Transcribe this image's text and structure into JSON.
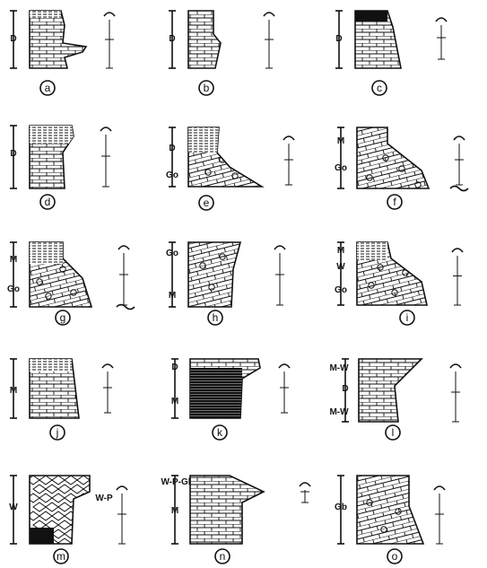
{
  "figure": {
    "panels": [
      {
        "id": "a",
        "label": "a",
        "scale_labels": [
          "D"
        ]
      },
      {
        "id": "b",
        "label": "b",
        "scale_labels": [
          "D"
        ]
      },
      {
        "id": "c",
        "label": "c",
        "scale_labels": [
          "D"
        ]
      },
      {
        "id": "d",
        "label": "d",
        "scale_labels": [
          "D"
        ]
      },
      {
        "id": "e",
        "label": "e",
        "scale_labels": [
          "D",
          "Go"
        ]
      },
      {
        "id": "f",
        "label": "f",
        "scale_labels": [
          "M",
          "Go"
        ]
      },
      {
        "id": "g",
        "label": "g",
        "scale_labels": [
          "M",
          "Go"
        ]
      },
      {
        "id": "h",
        "label": "h",
        "scale_labels": [
          "Go",
          "M"
        ]
      },
      {
        "id": "i",
        "label": "i",
        "scale_labels": [
          "M",
          "W",
          "Go"
        ]
      },
      {
        "id": "j",
        "label": "j",
        "scale_labels": [
          "M"
        ]
      },
      {
        "id": "k",
        "label": "k",
        "scale_labels": [
          "D",
          "M"
        ]
      },
      {
        "id": "l",
        "label": "l",
        "scale_labels": [
          "M-W",
          "D",
          "M-W"
        ]
      },
      {
        "id": "m",
        "label": "m",
        "scale_labels": [
          "W"
        ],
        "side_text": "W-P"
      },
      {
        "id": "n",
        "label": "n",
        "scale_labels": [
          "M"
        ],
        "side_text": "W-P-Gl"
      },
      {
        "id": "o",
        "label": "o",
        "scale_labels": [
          "Gb"
        ]
      }
    ]
  }
}
